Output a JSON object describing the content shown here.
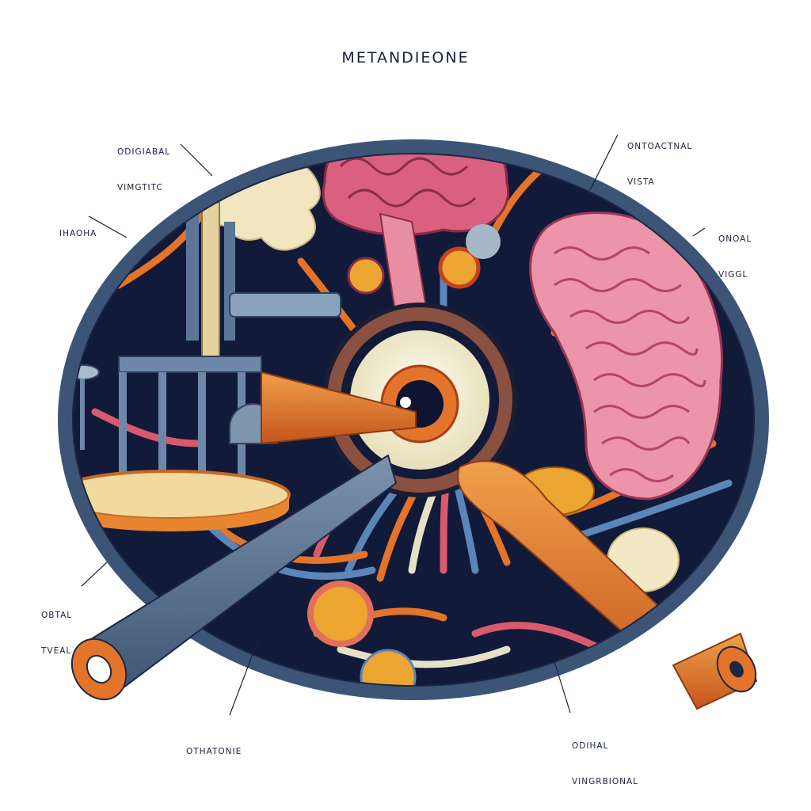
{
  "title": "METANDIEONE",
  "labels": [
    {
      "id": "top-left",
      "line1": "ODIGIABAL",
      "line2": "VIMGTITC"
    },
    {
      "id": "top-right",
      "line1": "ONTOACTNAL",
      "line2": "VISTA"
    },
    {
      "id": "left",
      "line1": "IHAOHA",
      "line2": ""
    },
    {
      "id": "right",
      "line1": "ONOAL",
      "line2": "VIGGL"
    },
    {
      "id": "bottom-left",
      "line1": "OBTAL",
      "line2": "TVEAL"
    },
    {
      "id": "bottom-center",
      "line1": "OTHATONIE",
      "line2": ""
    },
    {
      "id": "bottom-right",
      "line1": "ODIHAL",
      "line2": "VINGRBIONAL"
    }
  ],
  "palette": {
    "ring": "#3c5577",
    "navy": "#121a3a",
    "brain": "#e47a95",
    "orange": "#e3742a",
    "cream": "#f3e8c4",
    "steel": "#58728e"
  }
}
